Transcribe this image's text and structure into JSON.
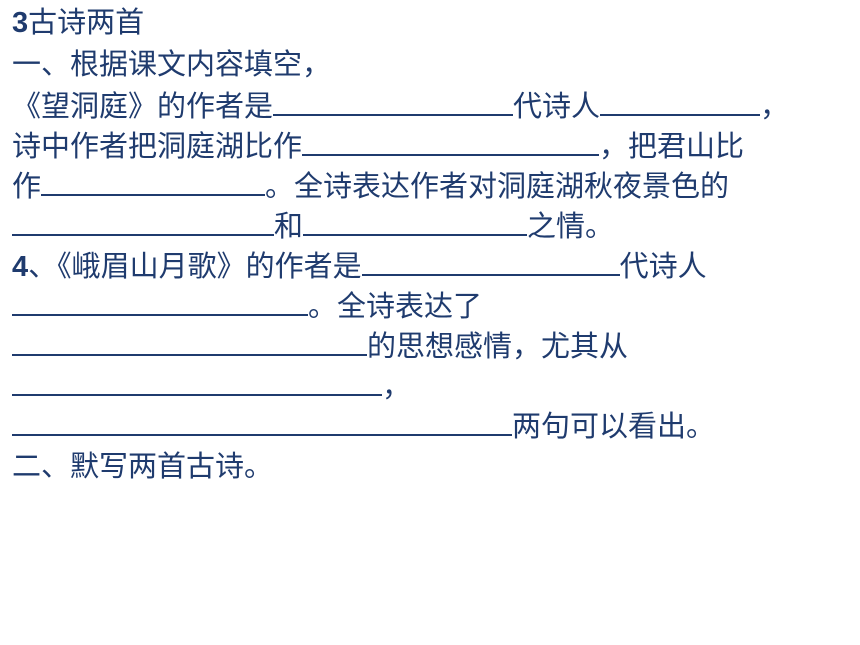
{
  "title": {
    "number": "3",
    "text": "古诗两首"
  },
  "section1": {
    "heading": "一、根据课文内容填空，",
    "l1_a": "《望洞庭》的作者是",
    "l1_b": "代诗人",
    "l1_c": "，",
    "l2_a": "诗中作者把洞庭湖比作",
    "l2_b": "，把君山比",
    "l3_a": "作",
    "l3_b": "。全诗表达作者对洞庭湖秋夜景色的",
    "l4_a": "和",
    "l4_b": "之情。"
  },
  "section2": {
    "number": "4",
    "l1_a": "、《峨眉山月歌》的作者是",
    "l1_b": "代诗人",
    "l2_a": "。全诗表达了",
    "l3_a": "的思想感情，尤其从",
    "l4_a": "，",
    "l5_a": "两句可以看出。"
  },
  "section3": {
    "heading": "二、默写两首古诗。"
  }
}
